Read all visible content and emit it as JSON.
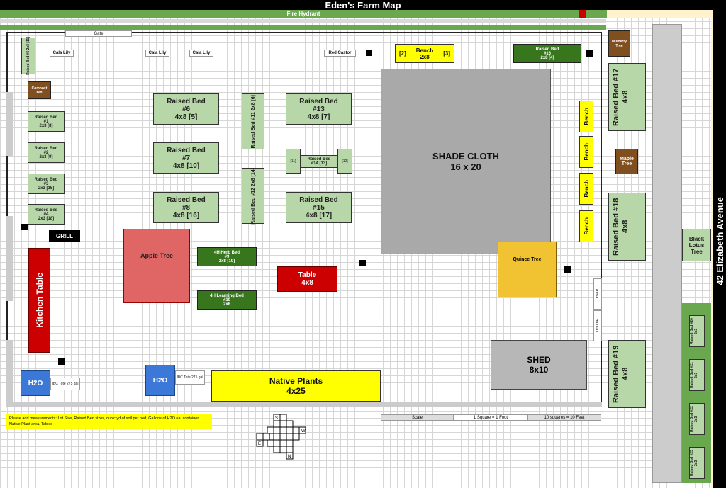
{
  "title": "Eden's Farm Map",
  "fire_hydrant": "Fire Hydrant",
  "street": "42 Elizabeth Avenue",
  "gates": {
    "top": "Gate",
    "right_gate": "Gate",
    "right_double": "Double"
  },
  "plants": {
    "cala1": "Cala Lily",
    "cala2": "Cala Lily",
    "cala3": "Cala Lily",
    "red_castor": "Red Castor"
  },
  "beds": {
    "b5": "Raised Bed #5 2x8 [11]",
    "compost": "Compost Bin",
    "b1": {
      "t": "Raised Bed",
      "n": "#1",
      "s": "2x3 [8]"
    },
    "b2": {
      "t": "Raised Bed",
      "n": "#2",
      "s": "2x3 [9]"
    },
    "b3": {
      "t": "Raised Bed",
      "n": "#3",
      "s": "2x3 [15]"
    },
    "b4": {
      "t": "Raised Bed",
      "n": "#4",
      "s": "2x3 [18]"
    },
    "b6": {
      "t": "Raised Bed",
      "n": "#6",
      "s": "4x8 [5]"
    },
    "b7": {
      "t": "Raised Bed",
      "n": "#7",
      "s": "4x8 [10]"
    },
    "b8": {
      "t": "Raised Bed",
      "n": "#8",
      "s": "4x8 [16]"
    },
    "b11": "Raised Bed #11 2x8 [6]",
    "b12": "Raised Bed #12 2x8 [14]",
    "b13": {
      "t": "Raised Bed",
      "n": "#13",
      "s": "4x8 [7]"
    },
    "b14": {
      "t": "Raised Bed",
      "n": "#14 [13]",
      "l": "[11]",
      "r": "[12]"
    },
    "b15": {
      "t": "Raised Bed",
      "n": "#15",
      "s": "4x8 [17]"
    },
    "b16": {
      "t": "Raised Bed",
      "n": "#16",
      "s": "2x8 [4]"
    },
    "b17": "Raised Bed #17 4x8",
    "b18": "Raised Bed #18 4x8",
    "b19": "Raised Bed #19 4x8",
    "b20": "Raised Bed #20 2x3",
    "b21": "Raised Bed #21 2x3",
    "b22": "Raised Bed #22 2x3",
    "b23": "Raised Bed #23 2x3",
    "herb": {
      "t": "4H Herb Bed",
      "n": "#9",
      "s": "2x8 [19]"
    },
    "learning": {
      "t": "4H Learning Bed",
      "n": "#10",
      "s": "2x8"
    }
  },
  "bench_top": {
    "l": "[2]",
    "t": "Bench",
    "s": "2x8",
    "r": "[3]"
  },
  "bench": "Bench",
  "trees": {
    "mulberry": "Mulberry Tree",
    "maple": "Maple Tree",
    "black_lotus": "Black Lotus Tree",
    "apple": "Apple Tree",
    "quince": "Quince Tree"
  },
  "shade": {
    "t": "SHADE CLOTH",
    "s": "16 x 20"
  },
  "grill": "GRILL",
  "kitchen_table": "Kitchen Table",
  "table": {
    "t": "Table",
    "s": "4x8"
  },
  "h2o": "H2O",
  "ibc": "IBC Tote 275 gal",
  "native": {
    "t": "Native Plants",
    "s": "4x25"
  },
  "shed": {
    "t": "SHED",
    "s": "8x10"
  },
  "note": "Please add measurements: Lot Size, Raised Bed sizes, cubic yd of soil per bed, Gallons of H2O ea. container, Native Plant area, Tables",
  "scale": {
    "a": "Scale",
    "b": "1 Square = 1 Foot",
    "c": "10 squares = 10 Feet"
  },
  "compass": {
    "s": "S",
    "w": "W",
    "e": "E",
    "n": "N"
  },
  "colors": {
    "bed": "#b7d7a8",
    "dark_bed": "#38761d",
    "yellow": "#ffff00",
    "brown": "#7f4f1f",
    "shade": "#a9a9a9",
    "apple": "#e06666",
    "quince": "#f1c232",
    "red": "#cc0000",
    "blue": "#3c78d8"
  }
}
